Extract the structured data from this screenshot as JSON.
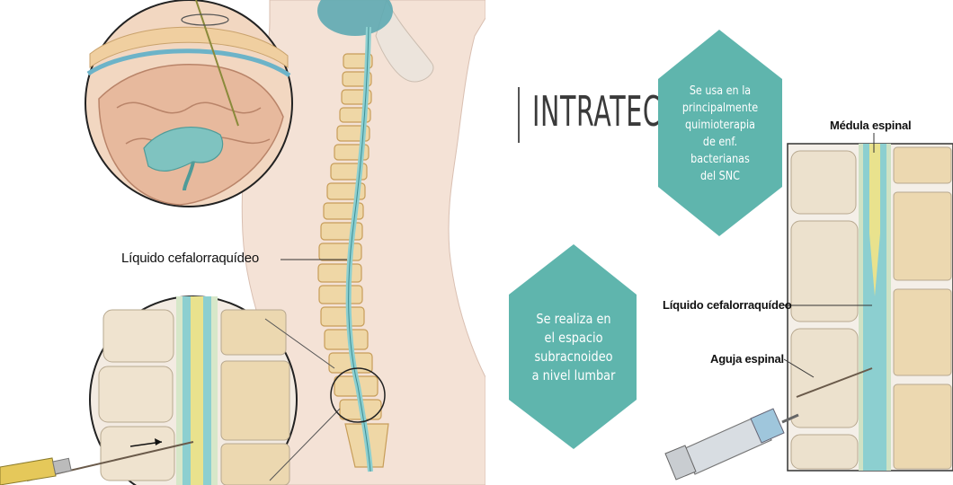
{
  "left_panel": {
    "label_csf": "Líquido cefalorraquídeo"
  },
  "right_panel": {
    "title": "INTRATECAL",
    "hex_top_lines": [
      "Se usa en la",
      "principalmente",
      "quimioterapia",
      "de enf.",
      "bacterianas",
      "del SNC"
    ],
    "hex_left_lines": [
      "Se realiza en",
      "el espacio",
      "subracnoideo",
      "a nivel lumbar"
    ],
    "label_medulla": "Médula espinal",
    "label_csf": "Líquido cefalorraquídeo",
    "label_needle": "Aguja espinal"
  },
  "colors": {
    "hexagon": "#5fb5ad",
    "cord_blue": "#8ccfd0",
    "vertebra": "#efd7a6",
    "skin": "#f4e2d6"
  }
}
